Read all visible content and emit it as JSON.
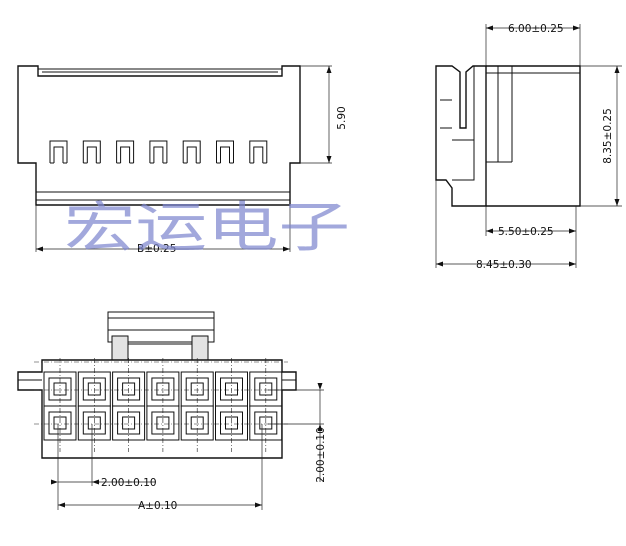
{
  "title": "",
  "watermark": "宏运电子",
  "dimensions": {
    "front_height": "5.90",
    "front_width": "B±0.25",
    "side_top_width": "6.00±0.25",
    "side_height": "8.35±0.25",
    "side_inner_width": "5.50±0.25",
    "side_total_width": "8.45±0.30",
    "bottom_row_pitch": "2.00±0.10",
    "bottom_col_pitch": "2.00±0.10",
    "bottom_width": "A±0.10"
  },
  "connector": {
    "columns": 7,
    "rows": 2
  }
}
